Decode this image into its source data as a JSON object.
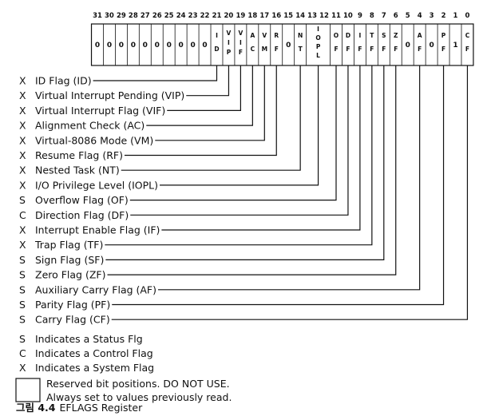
{
  "bit_positions": [
    "31",
    "30",
    "29",
    "28",
    "27",
    "26",
    "25",
    "24",
    "23",
    "22",
    "21",
    "20",
    "19",
    "18",
    "17",
    "16",
    "15",
    "14",
    "13",
    "12",
    "11",
    "10",
    "9",
    "8",
    "7",
    "6",
    "5",
    "4",
    "3",
    "2",
    "1",
    "0"
  ],
  "register_cells": [
    {
      "text": "0",
      "kind": "reserved",
      "from": 31,
      "to": 31
    },
    {
      "text": "0",
      "kind": "reserved",
      "from": 30,
      "to": 30
    },
    {
      "text": "0",
      "kind": "reserved",
      "from": 29,
      "to": 29
    },
    {
      "text": "0",
      "kind": "reserved",
      "from": 28,
      "to": 28
    },
    {
      "text": "0",
      "kind": "reserved",
      "from": 27,
      "to": 27
    },
    {
      "text": "0",
      "kind": "reserved",
      "from": 26,
      "to": 26
    },
    {
      "text": "0",
      "kind": "reserved",
      "from": 25,
      "to": 25
    },
    {
      "text": "0",
      "kind": "reserved",
      "from": 24,
      "to": 24
    },
    {
      "text": "0",
      "kind": "reserved",
      "from": 23,
      "to": 23
    },
    {
      "text": "0",
      "kind": "reserved",
      "from": 22,
      "to": 22
    },
    {
      "text": "ID",
      "kind": "flag",
      "from": 21,
      "to": 21
    },
    {
      "text": "VIP",
      "kind": "flag",
      "from": 20,
      "to": 20
    },
    {
      "text": "VIF",
      "kind": "flag",
      "from": 19,
      "to": 19
    },
    {
      "text": "AC",
      "kind": "flag",
      "from": 18,
      "to": 18
    },
    {
      "text": "VM",
      "kind": "flag",
      "from": 17,
      "to": 17
    },
    {
      "text": "RF",
      "kind": "flag",
      "from": 16,
      "to": 16
    },
    {
      "text": "0",
      "kind": "reserved",
      "from": 15,
      "to": 15
    },
    {
      "text": "NT",
      "kind": "flag",
      "from": 14,
      "to": 14
    },
    {
      "text": "IOPL",
      "kind": "flag",
      "from": 13,
      "to": 12
    },
    {
      "text": "OF",
      "kind": "flag",
      "from": 11,
      "to": 11
    },
    {
      "text": "DF",
      "kind": "flag",
      "from": 10,
      "to": 10
    },
    {
      "text": "IF",
      "kind": "flag",
      "from": 9,
      "to": 9
    },
    {
      "text": "TF",
      "kind": "flag",
      "from": 8,
      "to": 8
    },
    {
      "text": "SF",
      "kind": "flag",
      "from": 7,
      "to": 7
    },
    {
      "text": "ZF",
      "kind": "flag",
      "from": 6,
      "to": 6
    },
    {
      "text": "0",
      "kind": "reserved",
      "from": 5,
      "to": 5
    },
    {
      "text": "AF",
      "kind": "flag",
      "from": 4,
      "to": 4
    },
    {
      "text": "0",
      "kind": "reserved",
      "from": 3,
      "to": 3
    },
    {
      "text": "PF",
      "kind": "flag",
      "from": 2,
      "to": 2
    },
    {
      "text": "1",
      "kind": "reserved",
      "from": 1,
      "to": 1
    },
    {
      "text": "CF",
      "kind": "flag",
      "from": 0,
      "to": 0
    }
  ],
  "flags": [
    {
      "type": "X",
      "label": "ID Flag (ID)",
      "bit": 21
    },
    {
      "type": "X",
      "label": "Virtual Interrupt Pending (VIP)",
      "bit": 20
    },
    {
      "type": "X",
      "label": "Virtual Interrupt Flag (VIF)",
      "bit": 19
    },
    {
      "type": "X",
      "label": "Alignment Check (AC)",
      "bit": 18
    },
    {
      "type": "X",
      "label": "Virtual-8086 Mode (VM)",
      "bit": 17
    },
    {
      "type": "X",
      "label": "Resume Flag (RF)",
      "bit": 16
    },
    {
      "type": "X",
      "label": "Nested Task (NT)",
      "bit": 14
    },
    {
      "type": "X",
      "label": "I/O Privilege Level (IOPL)",
      "bit": 12.5
    },
    {
      "type": "S",
      "label": "Overflow Flag (OF)",
      "bit": 11
    },
    {
      "type": "C",
      "label": "Direction Flag (DF)",
      "bit": 10
    },
    {
      "type": "X",
      "label": "Interrupt Enable Flag (IF)",
      "bit": 9
    },
    {
      "type": "X",
      "label": "Trap Flag (TF)",
      "bit": 8
    },
    {
      "type": "S",
      "label": "Sign Flag (SF)",
      "bit": 7
    },
    {
      "type": "S",
      "label": "Zero Flag (ZF)",
      "bit": 6
    },
    {
      "type": "S",
      "label": "Auxiliary Carry Flag (AF)",
      "bit": 4
    },
    {
      "type": "S",
      "label": "Parity Flag (PF)",
      "bit": 2
    },
    {
      "type": "S",
      "label": "Carry Flag (CF)",
      "bit": 0
    }
  ],
  "legend": [
    {
      "code": "S",
      "text": "Indicates a Status Flg"
    },
    {
      "code": "C",
      "text": "Indicates a Control Flag"
    },
    {
      "code": "X",
      "text": "Indicates a System Flag"
    }
  ],
  "reserved_note": [
    "Reserved bit positions. DO NOT USE.",
    "Always set to values previously read."
  ],
  "caption": {
    "label": "그림 4.4",
    "title": "EFLAGS Register"
  },
  "colors": {
    "ink": "#111111",
    "reserved_fill": "#ffffff"
  }
}
